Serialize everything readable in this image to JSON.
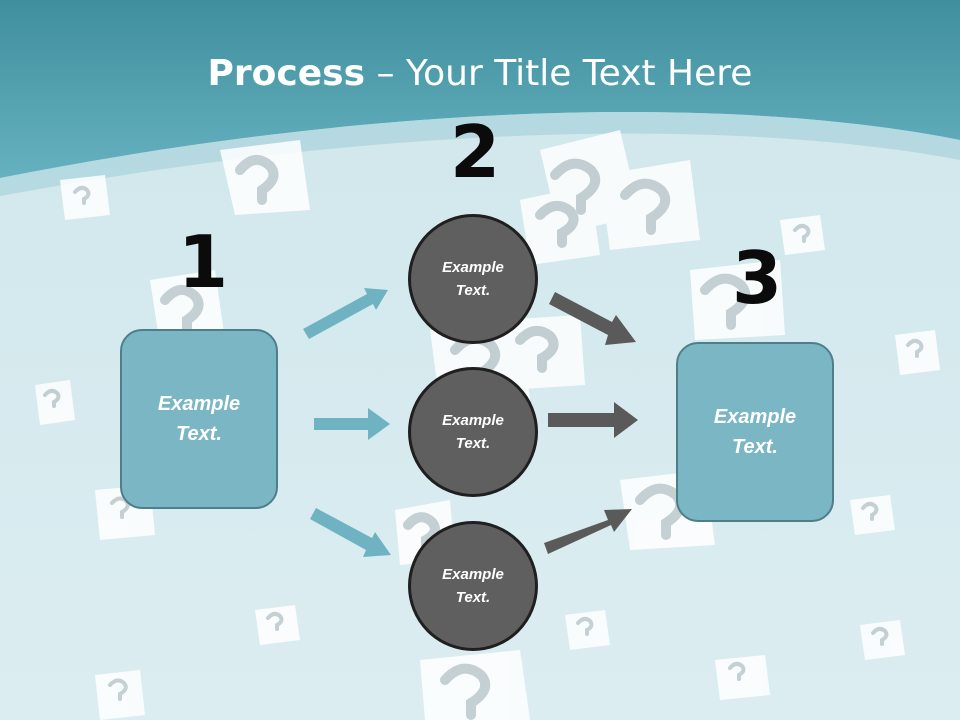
{
  "slide": {
    "title_bold": "Process",
    "title_rest": " – Your Title Text Here"
  },
  "steps": {
    "n1": "1",
    "n2": "2",
    "n3": "3"
  },
  "boxes": {
    "left": "Example\nText.",
    "right": "Example\nText."
  },
  "circles": {
    "top": "Example\nText.",
    "middle": "Example\nText.",
    "bottom": "Example\nText."
  },
  "colors": {
    "teal_arrow": "#6fb3c2",
    "gray_arrow": "#5a5a5a",
    "box_fill": "#7bb6c4",
    "circle_fill": "#5f5f5f"
  },
  "icons": [
    "question-mark-paper-icon"
  ]
}
